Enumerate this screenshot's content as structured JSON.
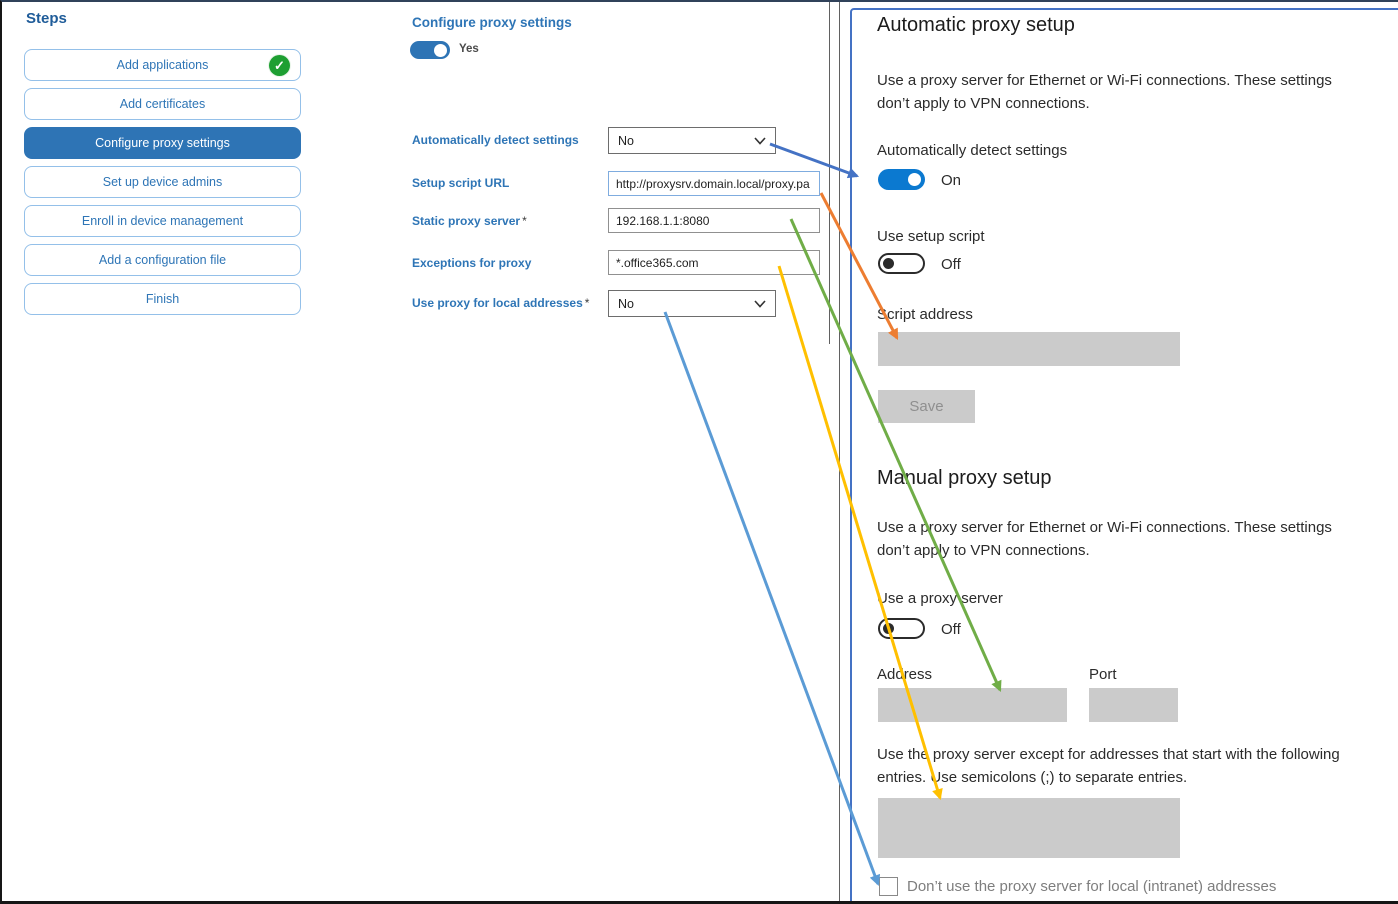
{
  "sidebar": {
    "title": "Steps",
    "steps": [
      {
        "label": "Add applications",
        "completed": true
      },
      {
        "label": "Add certificates"
      },
      {
        "label": "Configure proxy settings",
        "active": true
      },
      {
        "label": "Set up device admins"
      },
      {
        "label": "Enroll in device management"
      },
      {
        "label": "Add a configuration file"
      },
      {
        "label": "Finish"
      }
    ]
  },
  "form": {
    "heading": "Configure proxy settings",
    "enabled_toggle_label": "Yes",
    "required_mark": "*",
    "fields": [
      {
        "label": "Automatically detect settings",
        "type": "select",
        "value": "No"
      },
      {
        "label": "Setup script URL",
        "type": "text",
        "value": "http://proxysrv.domain.local/proxy.pa"
      },
      {
        "label": "Static proxy server",
        "required": true,
        "type": "text",
        "value": "192.168.1.1:8080"
      },
      {
        "label": "Exceptions for proxy",
        "type": "text",
        "value": "*.office365.com"
      },
      {
        "label": "Use proxy for local addresses",
        "required": true,
        "type": "select",
        "value": "No"
      }
    ]
  },
  "settings_panel": {
    "automatic": {
      "heading": "Automatic proxy setup",
      "description": "Use a proxy server for Ethernet or Wi-Fi connections. These settings don’t apply to VPN connections.",
      "detect_label": "Automatically detect settings",
      "detect_state": "On",
      "script_toggle_label": "Use setup script",
      "script_toggle_state": "Off",
      "script_address_label": "Script address",
      "save_label": "Save"
    },
    "manual": {
      "heading": "Manual proxy setup",
      "description": "Use a proxy server for Ethernet or Wi-Fi connections. These settings don’t apply to VPN connections.",
      "proxy_toggle_label": "Use a proxy server",
      "proxy_toggle_state": "Off",
      "address_label": "Address",
      "port_label": "Port",
      "exceptions_description": "Use the proxy server except for addresses that start with the following entries. Use semicolons (;) to separate entries.",
      "checkbox_label": "Don’t use the proxy server for local (intranet) addresses"
    }
  },
  "icons": {
    "check": "✓"
  },
  "colors": {
    "accent_blue": "#2E74B5",
    "label_blue": "#2E75B6",
    "panel_border_blue": "#4472C4",
    "toggle_on_blue": "#0B79D0",
    "field_gray": "#CBCBCB",
    "check_green": "#1E9F32"
  },
  "arrows": [
    {
      "name": "arrow-automatically-detect",
      "color": "#4472C4"
    },
    {
      "name": "arrow-setup-script-url",
      "color": "#ED7D31"
    },
    {
      "name": "arrow-static-proxy-server",
      "color": "#70AD47"
    },
    {
      "name": "arrow-exceptions-for-proxy",
      "color": "#FFC000"
    },
    {
      "name": "arrow-use-proxy-local",
      "color": "#5B9BD5"
    }
  ]
}
